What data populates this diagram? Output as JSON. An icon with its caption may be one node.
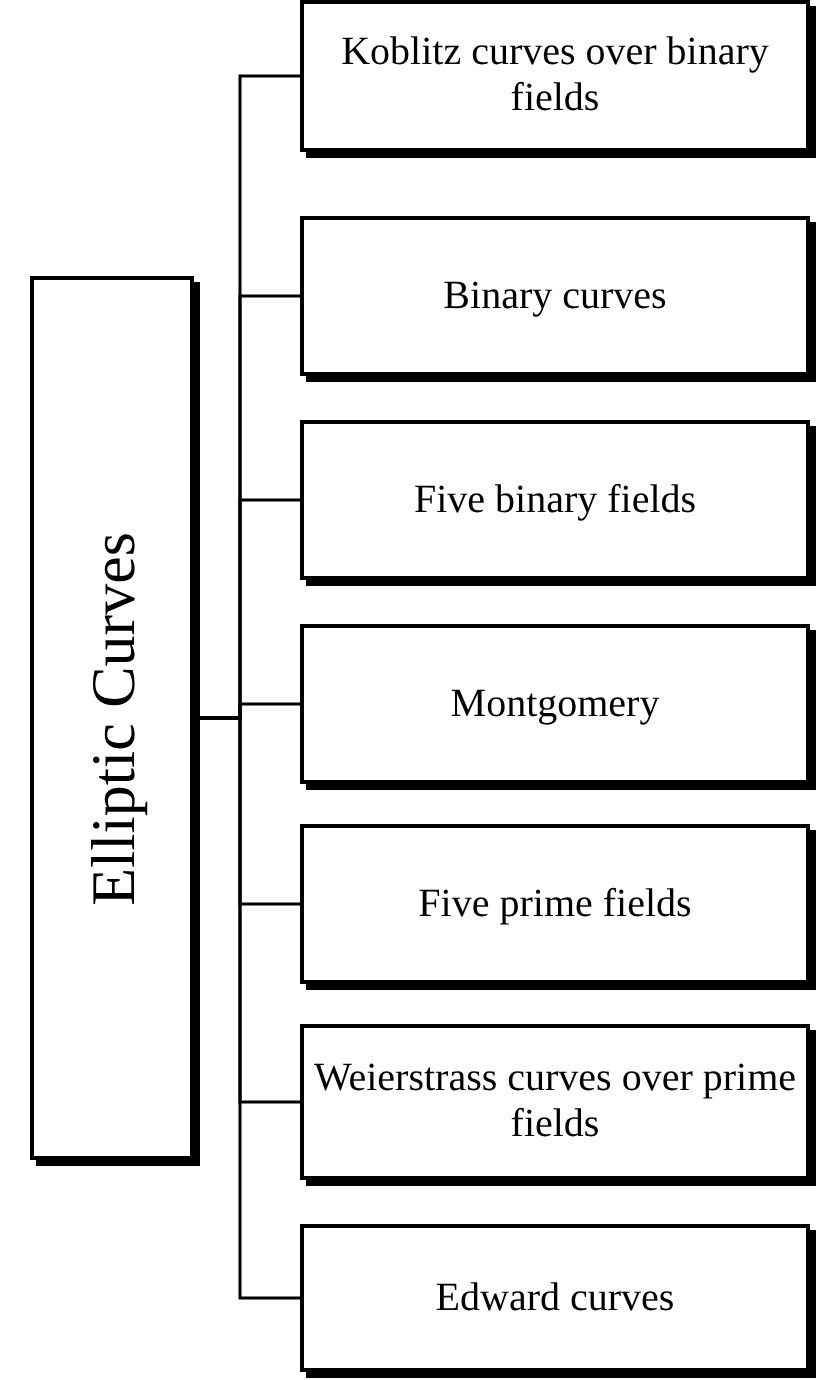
{
  "diagram": {
    "nodes": [
      {
        "text": [
          "Elliptic Curves"
        ]
      },
      {
        "text": [
          "Koblitz curves over binary fields"
        ]
      },
      {
        "text": [
          "Binary curves"
        ]
      },
      {
        "text": [
          "Five binary fields"
        ]
      },
      {
        "text": [
          "Montgomery"
        ]
      },
      {
        "text": [
          "Five prime fields"
        ]
      },
      {
        "text": [
          "Weierstrass curves over prime fields"
        ]
      },
      {
        "text": [
          "Edward curves"
        ]
      }
    ],
    "edges": [
      {
        "from": 0,
        "to": 1,
        "arrow": "none"
      },
      {
        "from": 0,
        "to": 2,
        "arrow": "none"
      },
      {
        "from": 0,
        "to": 3,
        "arrow": "none"
      },
      {
        "from": 0,
        "to": 4,
        "arrow": "none"
      },
      {
        "from": 0,
        "to": 5,
        "arrow": "none"
      },
      {
        "from": 0,
        "to": 6,
        "arrow": "none"
      },
      {
        "from": 0,
        "to": 7,
        "arrow": "none"
      }
    ]
  }
}
